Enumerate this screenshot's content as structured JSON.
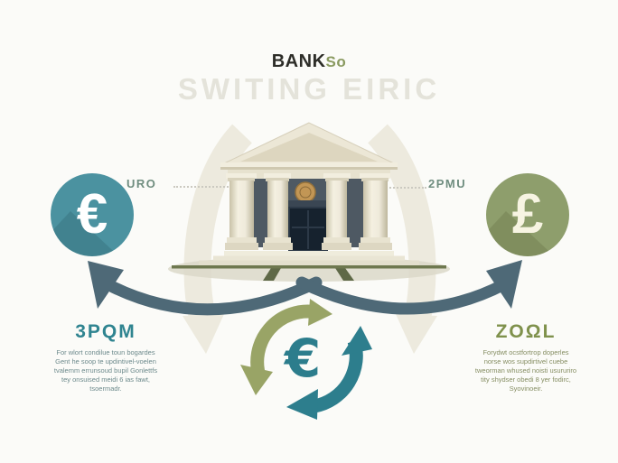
{
  "title": {
    "brand_bold": "BANK",
    "brand_accent": "So",
    "subtitle": "SWITING EIRIC"
  },
  "labels": {
    "left": "URO",
    "right": "2PMU"
  },
  "coins": {
    "left_symbol": "€",
    "right_symbol": "£"
  },
  "exchange": {
    "symbol": "€"
  },
  "callouts": {
    "left": {
      "heading": "3PQM",
      "lines": [
        "For wlort condilue toun bogardes",
        "Gent he soop te updintivel-voelen",
        "tvalemm errunsoud bupil Gonlettfs",
        "tey onsuised meidi 6 ias fawt,",
        "tsoermadr."
      ]
    },
    "right": {
      "heading": "ZOΩL",
      "lines": [
        "Forydwt ocstfortrop doperles",
        "norse wos supdirtivel cuebe",
        "tweorman whused noisti usururiro",
        "tity shydser obedi 8 yer fodirc,",
        "Syovinoeir."
      ]
    }
  },
  "colors": {
    "background": "#fbfbf8",
    "teal_coin": "#4b92a0",
    "olive_coin": "#8e9e6c",
    "slate_arrow": "#4e6977",
    "exchange_olive": "#99a466",
    "exchange_teal": "#2d7e8d",
    "brand_dark": "#2d2d28",
    "brand_accent": "#8a9a60",
    "subtitle_gray": "#e4e3da",
    "label_green": "#6f8d7f",
    "heading_teal": "#2f8490",
    "heading_olive": "#7f914c",
    "building_cream": "#ece7d6",
    "building_wall": "#4e5963",
    "door_navy": "#16222e",
    "emblem_gold": "#c29655"
  }
}
